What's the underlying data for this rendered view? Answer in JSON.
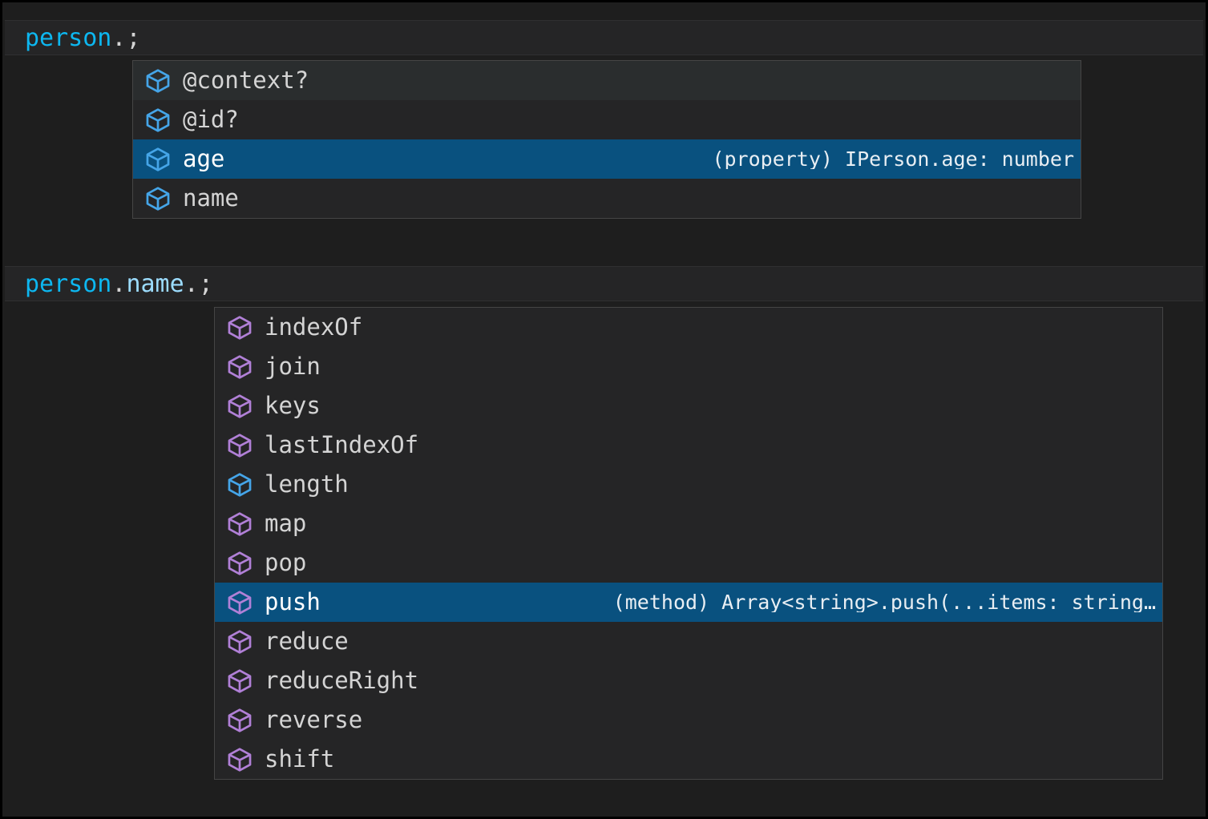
{
  "editor": {
    "theme_colors": {
      "background": "#1e1e1e",
      "line_background": "#252526",
      "selection_blue": "#09517f",
      "hover_gray": "#2a2d2e",
      "border_gray": "#454545",
      "variable_blue": "#0db7f0",
      "property_blue": "#9cdcfe",
      "punctuation": "#d4d4d4",
      "error_red": "#f14c4c",
      "icon_property": "#45a5e8",
      "icon_method": "#b180d7"
    },
    "lines": [
      {
        "name": "line-1",
        "tokens": [
          {
            "text": "person",
            "kind": "variable"
          },
          {
            "text": ".",
            "kind": "punct",
            "error": true
          },
          {
            "text": ";",
            "kind": "punct",
            "error": true
          }
        ]
      },
      {
        "name": "line-2",
        "tokens": [
          {
            "text": "person",
            "kind": "variable"
          },
          {
            "text": ".",
            "kind": "punct"
          },
          {
            "text": "name",
            "kind": "property"
          },
          {
            "text": ".",
            "kind": "punct",
            "error": true
          },
          {
            "text": ";",
            "kind": "punct",
            "error": true
          }
        ]
      }
    ]
  },
  "suggest_widgets": [
    {
      "name": "suggest-widget-person",
      "items": [
        {
          "label": "@context?",
          "icon": "property-cube-icon",
          "icon_kind": "property",
          "detail": "",
          "state": "hover"
        },
        {
          "label": "@id?",
          "icon": "property-cube-icon",
          "icon_kind": "property",
          "detail": "",
          "state": "normal"
        },
        {
          "label": "age",
          "icon": "property-cube-icon",
          "icon_kind": "property",
          "detail": "(property) IPerson.age: number",
          "state": "focused"
        },
        {
          "label": "name",
          "icon": "property-cube-icon",
          "icon_kind": "property",
          "detail": "",
          "state": "normal"
        }
      ]
    },
    {
      "name": "suggest-widget-person-name",
      "items": [
        {
          "label": "indexOf",
          "icon": "method-cube-icon",
          "icon_kind": "method",
          "detail": "",
          "state": "normal"
        },
        {
          "label": "join",
          "icon": "method-cube-icon",
          "icon_kind": "method",
          "detail": "",
          "state": "normal"
        },
        {
          "label": "keys",
          "icon": "method-cube-icon",
          "icon_kind": "method",
          "detail": "",
          "state": "normal"
        },
        {
          "label": "lastIndexOf",
          "icon": "method-cube-icon",
          "icon_kind": "method",
          "detail": "",
          "state": "normal"
        },
        {
          "label": "length",
          "icon": "property-cube-icon",
          "icon_kind": "property",
          "detail": "",
          "state": "normal"
        },
        {
          "label": "map",
          "icon": "method-cube-icon",
          "icon_kind": "method",
          "detail": "",
          "state": "normal"
        },
        {
          "label": "pop",
          "icon": "method-cube-icon",
          "icon_kind": "method",
          "detail": "",
          "state": "normal"
        },
        {
          "label": "push",
          "icon": "method-cube-icon",
          "icon_kind": "method",
          "detail": "(method) Array<string>.push(...items: string…",
          "state": "focused"
        },
        {
          "label": "reduce",
          "icon": "method-cube-icon",
          "icon_kind": "method",
          "detail": "",
          "state": "normal"
        },
        {
          "label": "reduceRight",
          "icon": "method-cube-icon",
          "icon_kind": "method",
          "detail": "",
          "state": "normal"
        },
        {
          "label": "reverse",
          "icon": "method-cube-icon",
          "icon_kind": "method",
          "detail": "",
          "state": "normal"
        },
        {
          "label": "shift",
          "icon": "method-cube-icon",
          "icon_kind": "method",
          "detail": "",
          "state": "normal"
        }
      ]
    }
  ]
}
